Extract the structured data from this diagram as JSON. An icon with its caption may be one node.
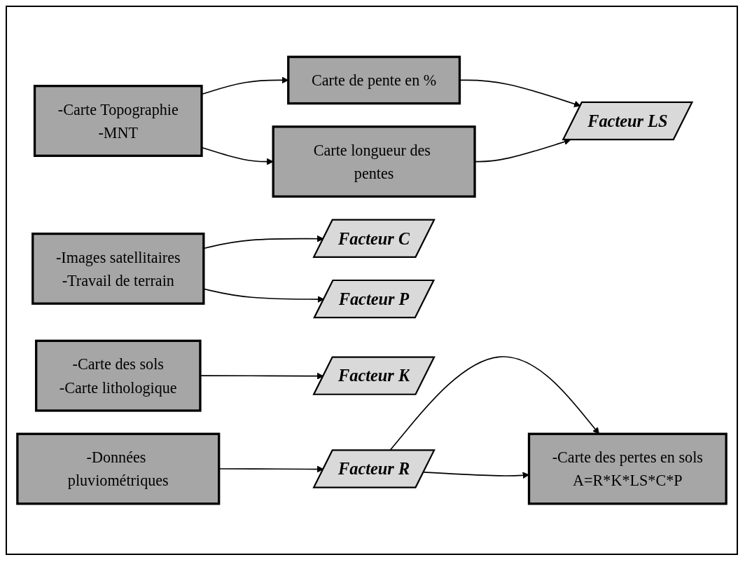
{
  "diagram": {
    "nodes": [
      {
        "text": [
          "-Carte Topographie",
          "-MNT"
        ]
      },
      {
        "text": [
          "Carte de pente en %"
        ]
      },
      {
        "text": [
          "Carte longueur des pentes"
        ]
      },
      {
        "text": [
          "-Images satellitaires",
          "-Travail de terrain"
        ]
      },
      {
        "text": [
          "-Carte des sols",
          "-Carte lithologique"
        ]
      },
      {
        "text": [
          "-Données pluviométriques"
        ]
      },
      {
        "text": [
          "Facteur LS"
        ]
      },
      {
        "text": [
          "Facteur C"
        ]
      },
      {
        "text": [
          "Facteur P"
        ]
      },
      {
        "text": [
          "Facteur K"
        ]
      },
      {
        "text": [
          "Facteur R"
        ]
      },
      {
        "text": [
          "-Carte des pertes en sols",
          "A=R*K*LS*C*P"
        ]
      }
    ],
    "edges": [
      {
        "from": 0,
        "to": 1,
        "arrow": "to"
      },
      {
        "from": 0,
        "to": 2,
        "arrow": "to"
      },
      {
        "from": 1,
        "to": 6,
        "arrow": "to"
      },
      {
        "from": 2,
        "to": 6,
        "arrow": "to"
      },
      {
        "from": 3,
        "to": 7,
        "arrow": "to"
      },
      {
        "from": 3,
        "to": 8,
        "arrow": "to"
      },
      {
        "from": 4,
        "to": 9,
        "arrow": "to"
      },
      {
        "from": 5,
        "to": 10,
        "arrow": "to"
      },
      {
        "from": 10,
        "to": 11,
        "arrow": "to"
      },
      {
        "from": 10,
        "to": 11,
        "arrow": "to"
      }
    ]
  }
}
